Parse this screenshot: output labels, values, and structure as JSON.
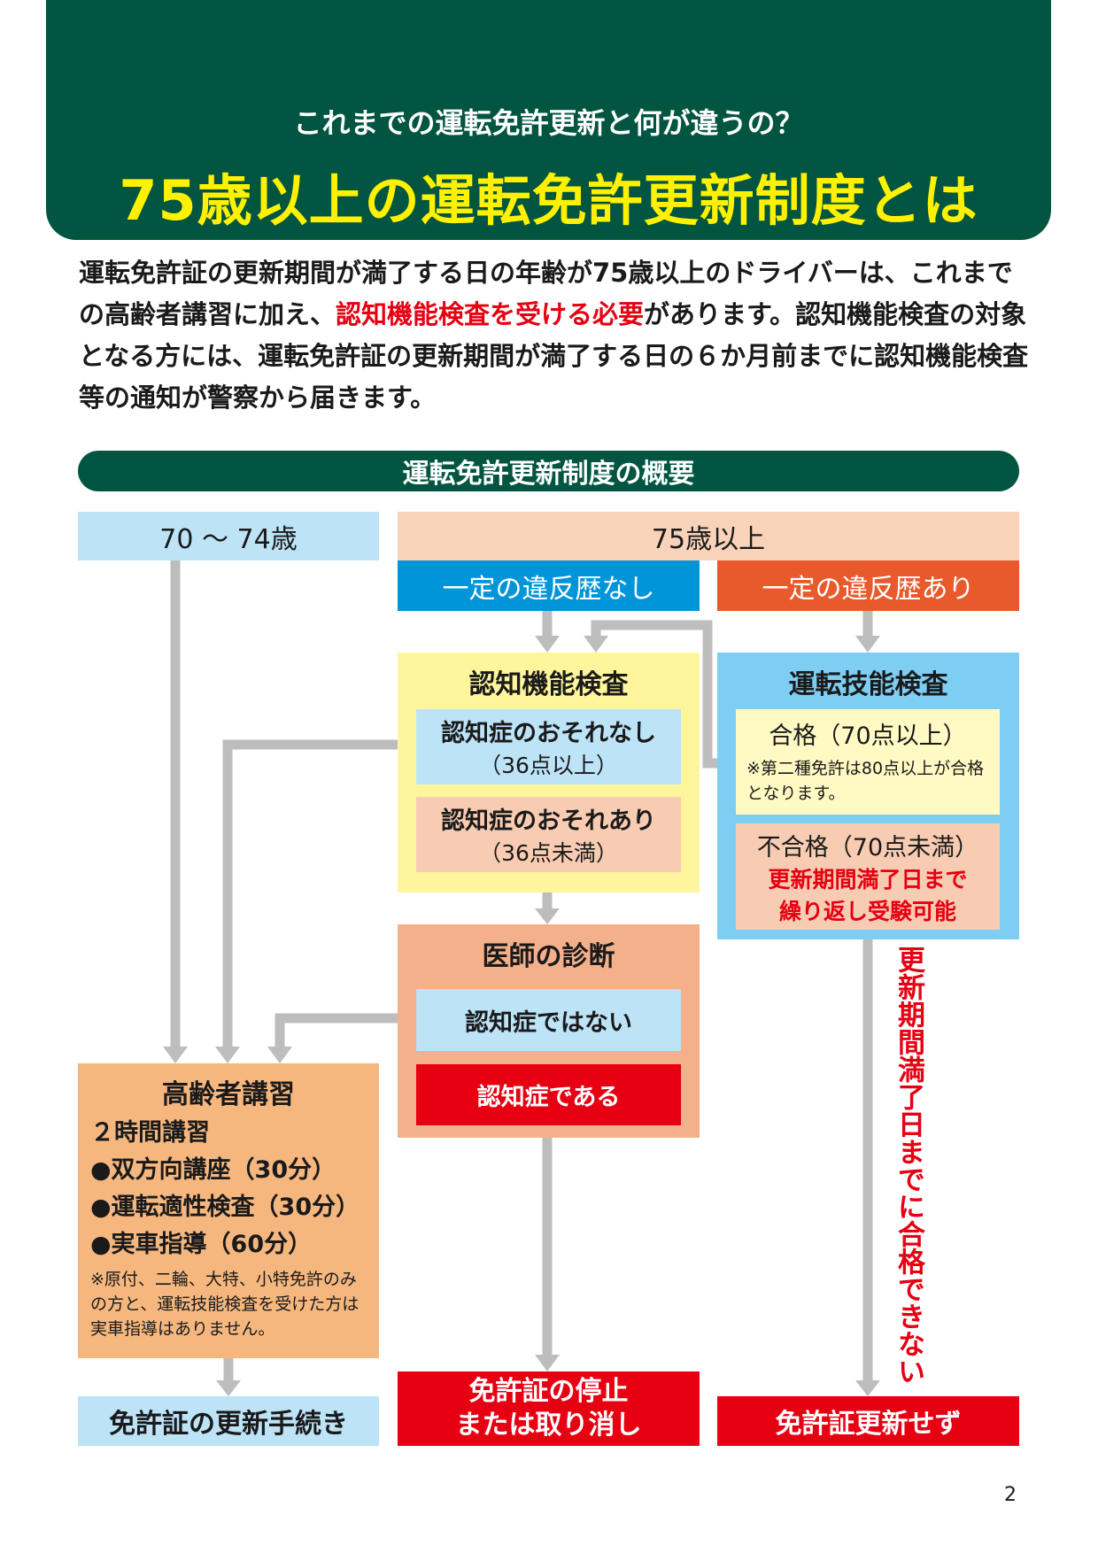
{
  "header": {
    "subtitle": "これまでの運転免許更新と何が違うの？",
    "title": "75歳以上の運転免許更新制度とは"
  },
  "intro": {
    "part1": "運転免許証の更新期間が満了する日の年齢が75歳以上のドライバーは、これまでの高齢者講習に加え、",
    "highlight": "認知機能検査を受ける必要",
    "part2": "があります。認知機能検査の対象となる方には、運転免許証の更新期間が満了する日の６か月前までに認知機能検査等の通知が警察から届きます。"
  },
  "overview_title": "運転免許更新制度の概要",
  "flow": {
    "age_70_74": "70 ～ 74歳",
    "age_75_plus": "75歳以上",
    "no_violation": "一定の違反歴なし",
    "violation": "一定の違反歴あり",
    "cognitive_test": {
      "title": "認知機能検査",
      "no_risk": "認知症のおそれなし",
      "no_risk_score": "（36点以上）",
      "risk": "認知症のおそれあり",
      "risk_score": "（36点未満）"
    },
    "driving_test": {
      "title": "運転技能検査",
      "pass": "合格（70点以上）",
      "pass_note": "※第二種免許は80点以上が合格となります。",
      "fail": "不合格（70点未満）",
      "fail_note1": "更新期間満了日まで",
      "fail_note2": "繰り返し受験可能"
    },
    "doctor": {
      "title": "医師の診断",
      "not_dementia": "認知症ではない",
      "dementia": "認知症である"
    },
    "lecture": {
      "title": "高齢者講習",
      "hours": "２時間講習",
      "items": [
        "●双方向講座（30分）",
        "●運転適性検査（30分）",
        "●実車指導（60分）"
      ],
      "note": "※原付、二輪、大特、小特免許のみの方と、運転技能検査を受けた方は実車指導はありません。"
    },
    "renewal": "免許証の更新手続き",
    "suspension_line1": "免許証の停止",
    "suspension_line2": "または取り消し",
    "no_renewal": "免許証更新せず",
    "vertical_note": "更新期間満了日までに合格できない"
  },
  "page_number": "2"
}
